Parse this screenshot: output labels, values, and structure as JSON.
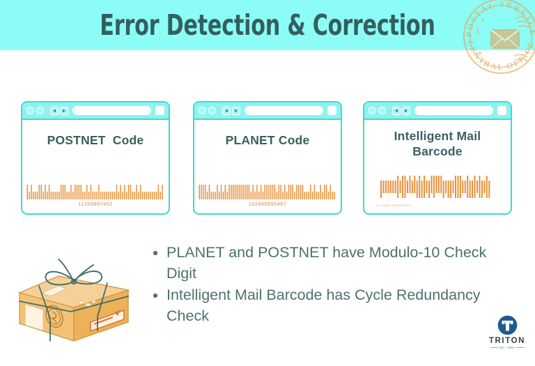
{
  "colors": {
    "banner_cyan": "#8cfcf7",
    "title_teal": "#33605c",
    "window_border": "#3fd9d0",
    "titlebar_fill": "#8ef3ef",
    "heading_teal": "#37615d",
    "body_text_teal": "#4d716d",
    "barcode_orange": "#e8903a",
    "package_tan": "#f0b963",
    "ribbon_teal": "#3f6f6b",
    "logo_navy": "#1d5b8f",
    "stamp_gold": "#d9a košice"
  },
  "header": {
    "title": "Error Detection & Correction"
  },
  "stamp": {
    "name": "postal-service-stamp",
    "top_text": "POSTAL SERVICE",
    "bottom_text": "CENTRAL OFFICE",
    "center_icon": "envelope-icon"
  },
  "windows": [
    {
      "id": "postnet",
      "heading": "POSTNET  Code",
      "barcode_type": "postnet",
      "barcode_digits": "11256897452",
      "titlebar": {
        "dots": 2,
        "back_icon": "chevron-left-icon",
        "forward_icon": "chevron-right-icon",
        "url_value": "",
        "url_placeholder": "",
        "end_button_icon": "square-icon"
      }
    },
    {
      "id": "planet",
      "heading": "PLANET Code",
      "barcode_type": "planet",
      "barcode_digits": "102465895467",
      "titlebar": {
        "dots": 2,
        "back_icon": "chevron-left-icon",
        "forward_icon": "chevron-right-icon",
        "url_value": "",
        "url_placeholder": "",
        "end_button_icon": "square-icon"
      }
    },
    {
      "id": "imb",
      "heading": "Intelligent Mail\nBarcode",
      "barcode_type": "intelligent-mail-4state",
      "barcode_digits": "00 123456 123456789012",
      "titlebar": {
        "dots": 2,
        "back_icon": "chevron-left-icon",
        "forward_icon": "chevron-right-icon",
        "url_value": "",
        "url_placeholder": "",
        "end_button_icon": "square-icon"
      }
    }
  ],
  "bullets": [
    "PLANET and POSTNET have Modulo-10 Check Digit",
    "Intelligent Mail Barcode has Cycle Redundancy Check"
  ],
  "package": {
    "name": "wrapped-parcel-illustration",
    "details": [
      "address-label",
      "postage-stamp",
      "twine-ribbon-bow",
      "fragile-label"
    ]
  },
  "logo": {
    "mark_icon": "triton-trident-t-icon",
    "wordmark": "TRITON",
    "tagline_left_rule": "—",
    "tagline": "Est. 1984",
    "tagline_right_rule": "—"
  }
}
